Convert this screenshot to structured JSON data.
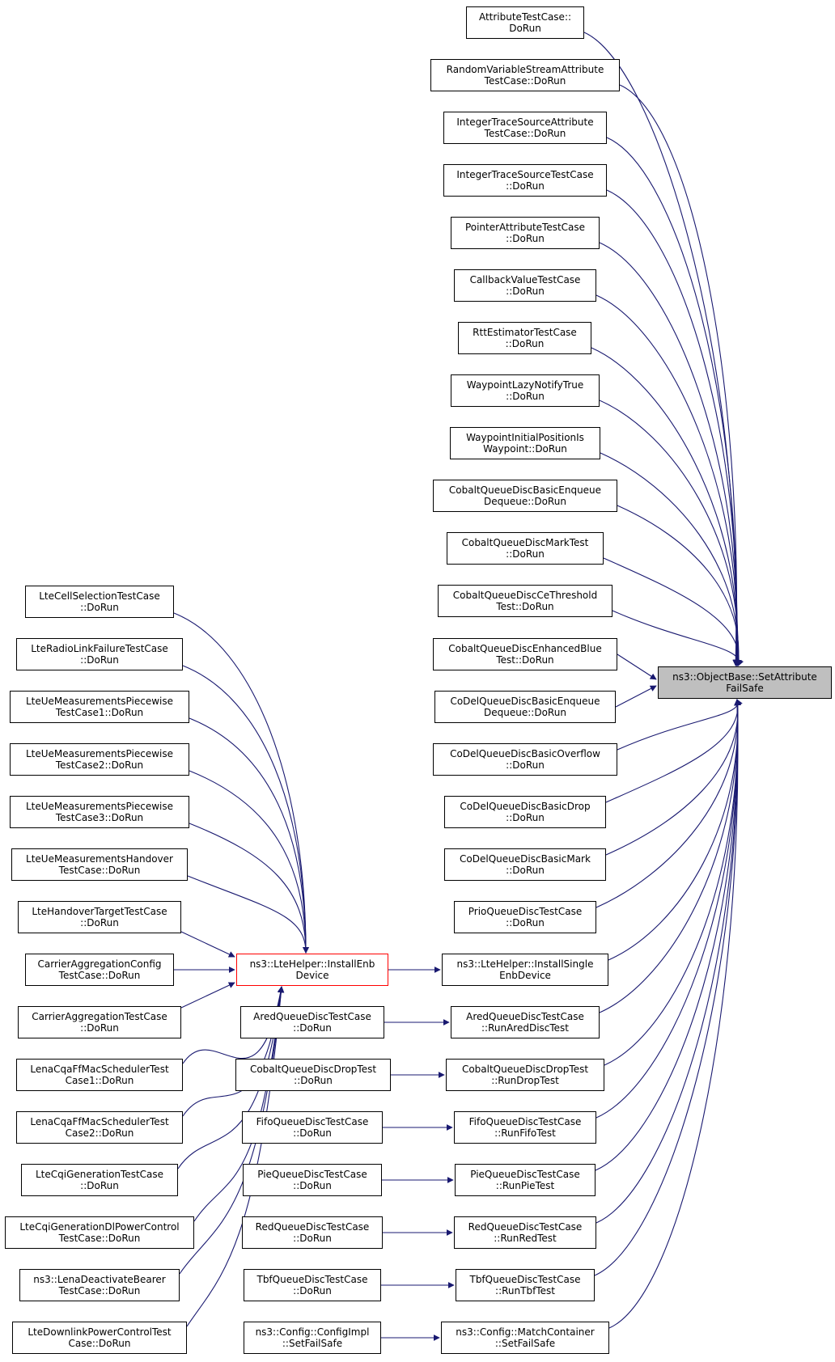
{
  "colors": {
    "edge": "#191970",
    "node_border": "#000000",
    "highlight_border": "#ff0000",
    "target_fill": "#bfbfbf"
  },
  "nodes": {
    "target": [
      "ns3::ObjectBase::SetAttribute",
      "FailSafe"
    ],
    "attribute": [
      "AttributeTestCase::",
      "DoRun"
    ],
    "random_var": [
      "RandomVariableStreamAttribute",
      "TestCase::DoRun"
    ],
    "int_trace_attr": [
      "IntegerTraceSourceAttribute",
      "TestCase::DoRun"
    ],
    "int_trace": [
      "IntegerTraceSourceTestCase",
      "::DoRun"
    ],
    "pointer_attr": [
      "PointerAttributeTestCase",
      "::DoRun"
    ],
    "callback": [
      "CallbackValueTestCase",
      "::DoRun"
    ],
    "rtt": [
      "RttEstimatorTestCase",
      "::DoRun"
    ],
    "waypoint_lazy": [
      "WaypointLazyNotifyTrue",
      "::DoRun"
    ],
    "waypoint_init": [
      "WaypointInitialPositionIs",
      "Waypoint::DoRun"
    ],
    "cobalt_enq": [
      "CobaltQueueDiscBasicEnqueue",
      "Dequeue::DoRun"
    ],
    "cobalt_mark": [
      "CobaltQueueDiscMarkTest",
      "::DoRun"
    ],
    "cobalt_ce": [
      "CobaltQueueDiscCeThreshold",
      "Test::DoRun"
    ],
    "cobalt_blue": [
      "CobaltQueueDiscEnhancedBlue",
      "Test::DoRun"
    ],
    "codel_enq": [
      "CoDelQueueDiscBasicEnqueue",
      "Dequeue::DoRun"
    ],
    "codel_overflow": [
      "CoDelQueueDiscBasicOverflow",
      "::DoRun"
    ],
    "codel_drop": [
      "CoDelQueueDiscBasicDrop",
      "::DoRun"
    ],
    "codel_mark": [
      "CoDelQueueDiscBasicMark",
      "::DoRun"
    ],
    "prio": [
      "PrioQueueDiscTestCase",
      "::DoRun"
    ],
    "install_single": [
      "ns3::LteHelper::InstallSingle",
      "EnbDevice"
    ],
    "ared_run": [
      "AredQueueDiscTestCase",
      "::RunAredDiscTest"
    ],
    "cobalt_droptest_run": [
      "CobaltQueueDiscDropTest",
      "::RunDropTest"
    ],
    "fifo_run": [
      "FifoQueueDiscTestCase",
      "::RunFifoTest"
    ],
    "pie_run": [
      "PieQueueDiscTestCase",
      "::RunPieTest"
    ],
    "red_run": [
      "RedQueueDiscTestCase",
      "::RunRedTest"
    ],
    "tbf_run": [
      "TbfQueueDiscTestCase",
      "::RunTbfTest"
    ],
    "match_container": [
      "ns3::Config::MatchContainer",
      "::SetFailSafe"
    ],
    "install_enb": [
      "ns3::LteHelper::InstallEnb",
      "Device"
    ],
    "ared_dorun": [
      "AredQueueDiscTestCase",
      "::DoRun"
    ],
    "cobalt_droptest_dorun": [
      "CobaltQueueDiscDropTest",
      "::DoRun"
    ],
    "fifo_dorun": [
      "FifoQueueDiscTestCase",
      "::DoRun"
    ],
    "pie_dorun": [
      "PieQueueDiscTestCase",
      "::DoRun"
    ],
    "red_dorun": [
      "RedQueueDiscTestCase",
      "::DoRun"
    ],
    "tbf_dorun": [
      "TbfQueueDiscTestCase",
      "::DoRun"
    ],
    "config_impl": [
      "ns3::Config::ConfigImpl",
      "::SetFailSafe"
    ],
    "lte_cell_sel": [
      "LteCellSelectionTestCase",
      "::DoRun"
    ],
    "lte_radio_link": [
      "LteRadioLinkFailureTestCase",
      "::DoRun"
    ],
    "lte_ue_pw1": [
      "LteUeMeasurementsPiecewise",
      "TestCase1::DoRun"
    ],
    "lte_ue_pw2": [
      "LteUeMeasurementsPiecewise",
      "TestCase2::DoRun"
    ],
    "lte_ue_pw3": [
      "LteUeMeasurementsPiecewise",
      "TestCase3::DoRun"
    ],
    "lte_ue_handover": [
      "LteUeMeasurementsHandover",
      "TestCase::DoRun"
    ],
    "lte_handover_target": [
      "LteHandoverTargetTestCase",
      "::DoRun"
    ],
    "carrier_agg_config": [
      "CarrierAggregationConfig",
      "TestCase::DoRun"
    ],
    "carrier_agg": [
      "CarrierAggregationTestCase",
      "::DoRun"
    ],
    "lena_cqa1": [
      "LenaCqaFfMacSchedulerTest",
      "Case1::DoRun"
    ],
    "lena_cqa2": [
      "LenaCqaFfMacSchedulerTest",
      "Case2::DoRun"
    ],
    "lte_cqi_gen": [
      "LteCqiGenerationTestCase",
      "::DoRun"
    ],
    "lte_cqi_dl": [
      "LteCqiGenerationDlPowerControl",
      "TestCase::DoRun"
    ],
    "lena_deactivate": [
      "ns3::LenaDeactivateBearer",
      "TestCase::DoRun"
    ],
    "lte_dl_power": [
      "LteDownlinkPowerControlTest",
      "Case::DoRun"
    ]
  }
}
